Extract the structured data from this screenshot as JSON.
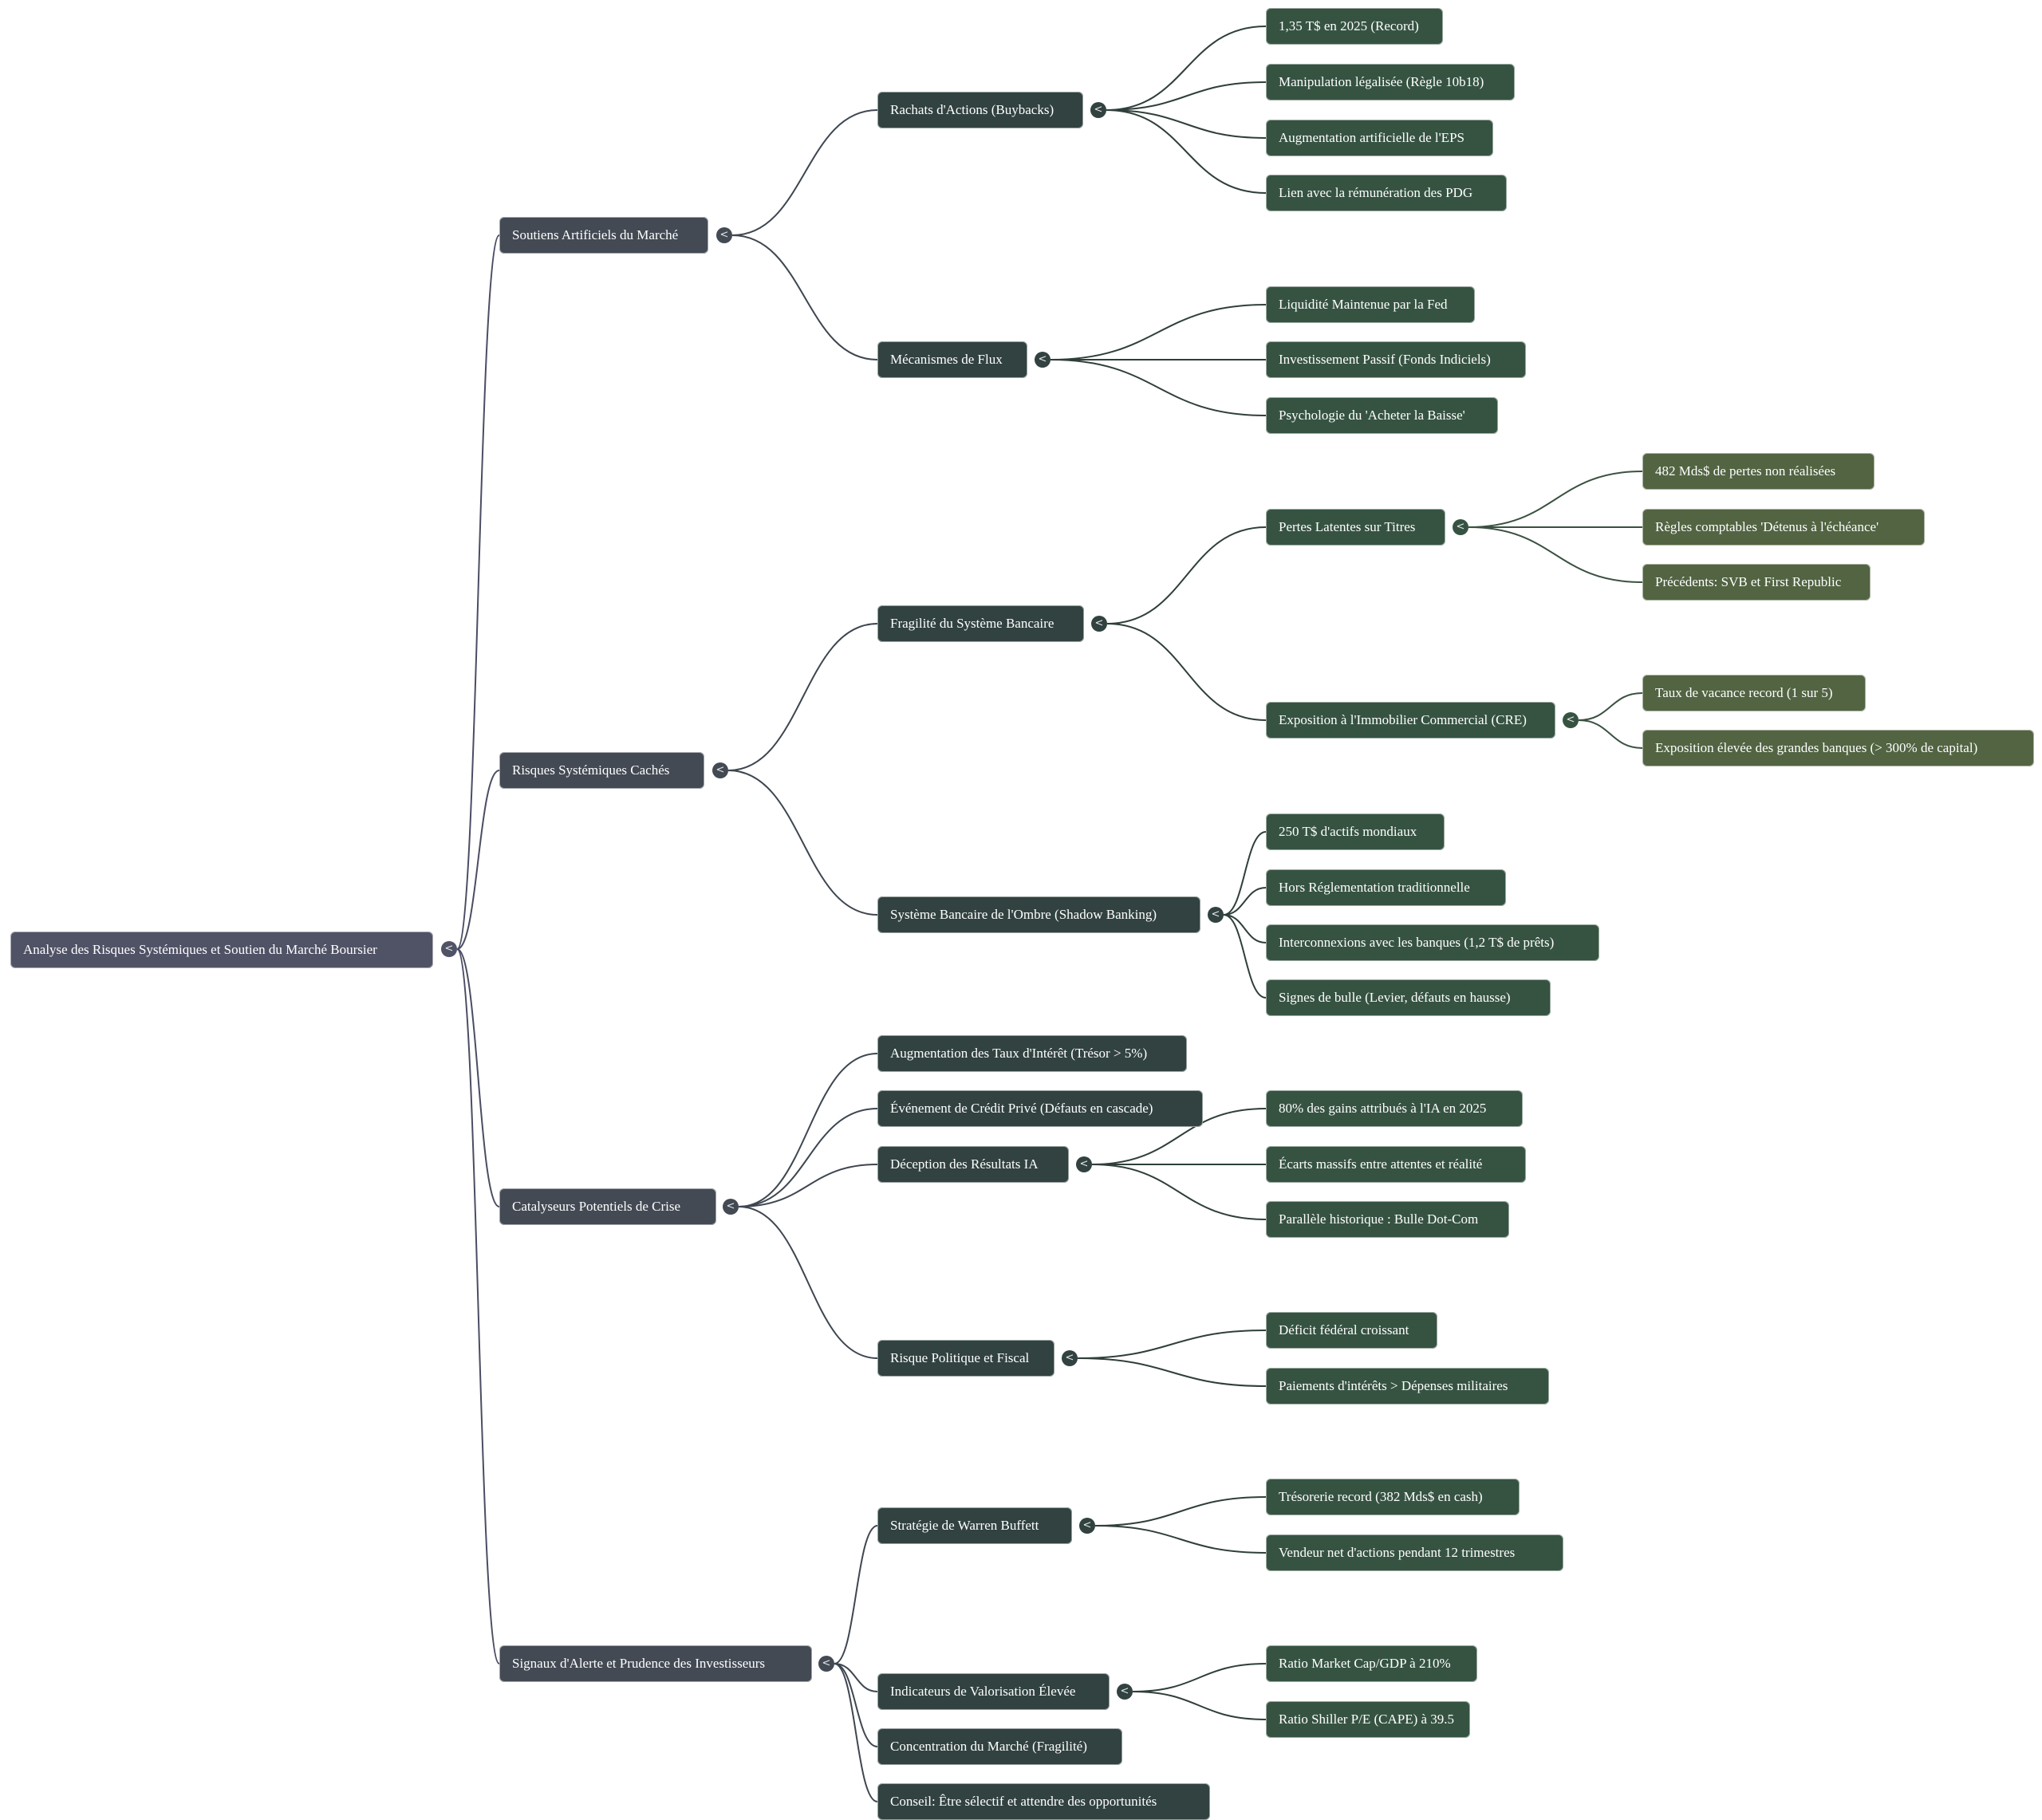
{
  "mindmap": {
    "title": "Analyse des Risques Systémiques et Soutien du Marché Boursier",
    "toggle_glyph": "<",
    "colors": {
      "root": "#505266",
      "level1": "#434a54",
      "level2": "#314240",
      "level3": "#365342",
      "level4": "#526442",
      "link_level1": "#4a4d63",
      "link_level2": "#3e4650",
      "link_level3": "#2f3f3b",
      "link_level4": "#3a5140"
    },
    "branches": [
      {
        "label": "Soutiens Artificiels du Marché",
        "children": [
          {
            "label": "Rachats d'Actions (Buybacks)",
            "children": [
              {
                "label": "1,35 T$ en 2025 (Record)"
              },
              {
                "label": "Manipulation légalisée (Règle 10b18)"
              },
              {
                "label": "Augmentation artificielle de l'EPS"
              },
              {
                "label": "Lien avec la rémunération des PDG"
              }
            ]
          },
          {
            "label": "Mécanismes de Flux",
            "children": [
              {
                "label": "Liquidité Maintenue par la Fed"
              },
              {
                "label": "Investissement Passif (Fonds Indiciels)"
              },
              {
                "label": "Psychologie du 'Acheter la Baisse'"
              }
            ]
          }
        ]
      },
      {
        "label": "Risques Systémiques Cachés",
        "children": [
          {
            "label": "Fragilité du Système Bancaire",
            "children": [
              {
                "label": "Pertes Latentes sur Titres",
                "children": [
                  {
                    "label": "482 Mds$ de pertes non réalisées"
                  },
                  {
                    "label": "Règles comptables 'Détenus à l'échéance'"
                  },
                  {
                    "label": "Précédents: SVB et First Republic"
                  }
                ]
              },
              {
                "label": "Exposition à l'Immobilier Commercial (CRE)",
                "children": [
                  {
                    "label": "Taux de vacance record (1 sur 5)"
                  },
                  {
                    "label": "Exposition élevée des grandes banques (> 300% de capital)"
                  }
                ]
              }
            ]
          },
          {
            "label": "Système Bancaire de l'Ombre (Shadow Banking)",
            "children": [
              {
                "label": "250 T$ d'actifs mondiaux"
              },
              {
                "label": "Hors Réglementation traditionnelle"
              },
              {
                "label": "Interconnexions avec les banques (1,2 T$ de prêts)"
              },
              {
                "label": "Signes de bulle (Levier, défauts en hausse)"
              }
            ]
          }
        ]
      },
      {
        "label": "Catalyseurs Potentiels de Crise",
        "children": [
          {
            "label": "Augmentation des Taux d'Intérêt (Trésor > 5%)"
          },
          {
            "label": "Événement de Crédit Privé (Défauts en cascade)"
          },
          {
            "label": "Déception des Résultats IA",
            "children": [
              {
                "label": "80% des gains attribués à l'IA en 2025"
              },
              {
                "label": "Écarts massifs entre attentes et réalité"
              },
              {
                "label": "Parallèle historique : Bulle Dot-Com"
              }
            ]
          },
          {
            "label": "Risque Politique et Fiscal",
            "children": [
              {
                "label": "Déficit fédéral croissant"
              },
              {
                "label": "Paiements d'intérêts > Dépenses militaires"
              }
            ]
          }
        ]
      },
      {
        "label": "Signaux d'Alerte et Prudence des Investisseurs",
        "children": [
          {
            "label": "Stratégie de Warren Buffett",
            "children": [
              {
                "label": "Trésorerie record (382 Mds$ en cash)"
              },
              {
                "label": "Vendeur net d'actions pendant 12 trimestres"
              }
            ]
          },
          {
            "label": "Indicateurs de Valorisation Élevée",
            "children": [
              {
                "label": "Ratio Market Cap/GDP à 210%"
              },
              {
                "label": "Ratio Shiller P/E (CAPE) à 39.5"
              }
            ]
          },
          {
            "label": "Concentration du Marché (Fragilité)"
          },
          {
            "label": "Conseil: Être sélectif et attendre des opportunités"
          }
        ]
      }
    ]
  }
}
